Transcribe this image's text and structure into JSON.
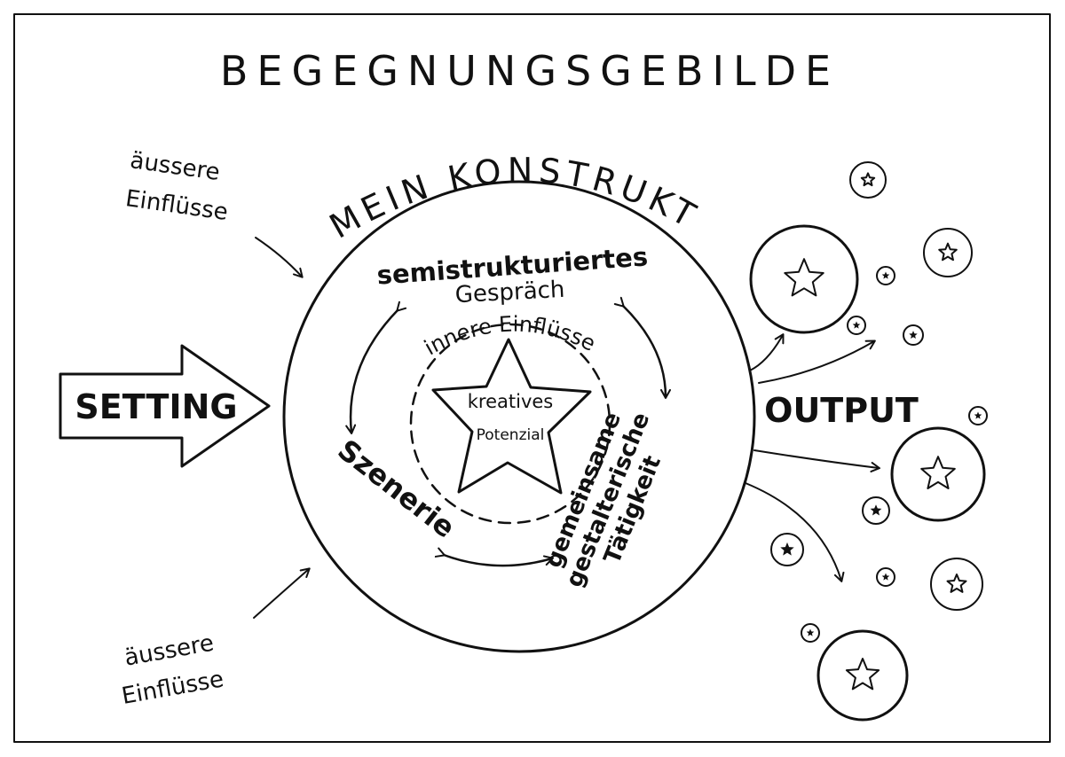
{
  "title": "BEGEGNUNGSGEBILDE",
  "construct_label": "MEIN KONSTRUKT",
  "setting_label": "SETTING",
  "output_label": "OUTPUT",
  "outer_influences_top": [
    "äussere",
    "Einflüsse"
  ],
  "outer_influences_bottom": [
    "äussere",
    "Einflüsse"
  ],
  "inner_influences_label": "innere Einflüsse",
  "center_star_label": [
    "kreatives",
    "Potenzial"
  ],
  "cycle_nodes": {
    "top": [
      "semistrukturiertes",
      "Gespräch"
    ],
    "left": "Szenerie",
    "right": [
      "gemeinsame",
      "gestalterische",
      "Tätigkeit"
    ]
  },
  "colors": {
    "ink": "#111111",
    "background": "#ffffff"
  }
}
